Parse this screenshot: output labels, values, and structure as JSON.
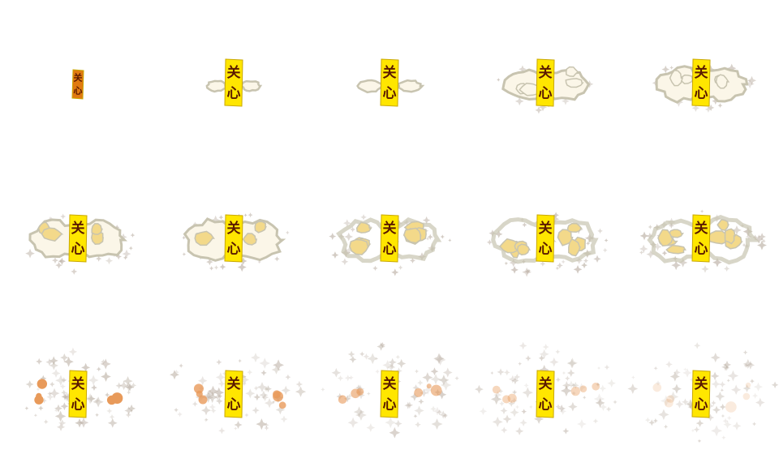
{
  "sprite_sheet": {
    "columns": 5,
    "rows": 3,
    "colors": {
      "talisman_yellow": "#ffe600",
      "talisman_orange": "#e07a10",
      "talisman_edge": "#c9a800",
      "ink": "#5a1a00",
      "smoke_outline": "#c8c4b0",
      "smoke_fill": "#fbf6e8",
      "smoke_warm": "#f3d98a",
      "ember": "#e89a5a",
      "dust": "#b8aca0"
    },
    "talisman_text": {
      "top": "关",
      "bottom": "心"
    },
    "frames": [
      {
        "index": 1,
        "stage": "charm",
        "burst": 0.0,
        "orange": true
      },
      {
        "index": 2,
        "stage": "wisp",
        "burst": 0.15
      },
      {
        "index": 3,
        "stage": "wisp",
        "burst": 0.25
      },
      {
        "index": 4,
        "stage": "cloud",
        "burst": 0.45
      },
      {
        "index": 5,
        "stage": "cloud",
        "burst": 0.55
      },
      {
        "index": 6,
        "stage": "cloud",
        "burst": 0.7
      },
      {
        "index": 7,
        "stage": "cloud",
        "burst": 0.75
      },
      {
        "index": 8,
        "stage": "dust",
        "burst": 0.8
      },
      {
        "index": 9,
        "stage": "dust",
        "burst": 0.85
      },
      {
        "index": 10,
        "stage": "dust",
        "burst": 0.9
      },
      {
        "index": 11,
        "stage": "scatter",
        "burst": 1.0
      },
      {
        "index": 12,
        "stage": "scatter",
        "burst": 1.05
      },
      {
        "index": 13,
        "stage": "scatter",
        "burst": 1.1
      },
      {
        "index": 14,
        "stage": "scatter",
        "burst": 1.15
      },
      {
        "index": 15,
        "stage": "scatter",
        "burst": 1.2
      }
    ]
  }
}
